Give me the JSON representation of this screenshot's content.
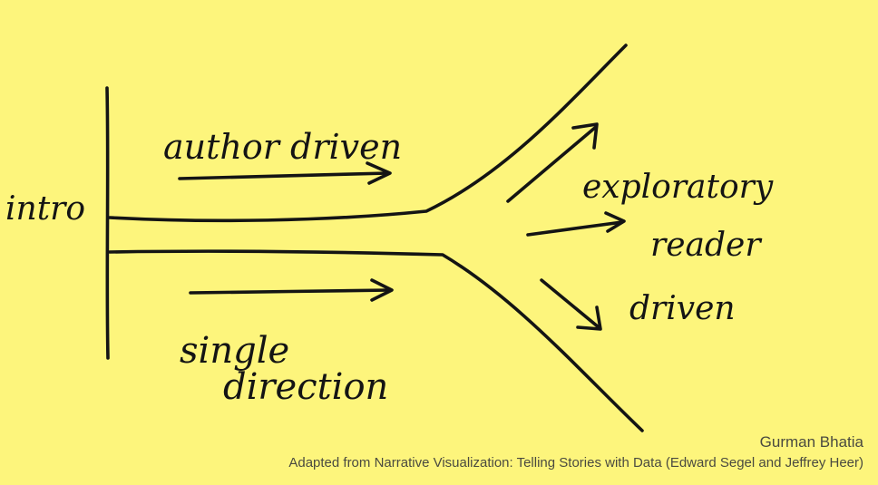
{
  "diagram": {
    "labels": {
      "intro": "intro",
      "author_driven": "author driven",
      "single": "single",
      "direction": "direction",
      "exploratory": "exploratory",
      "reader": "reader",
      "driven": "driven"
    }
  },
  "credits": {
    "author": "Gurman Bhatia",
    "source": "Adapted from Narrative Visualization: Telling Stories with Data (Edward Segel and Jeffrey Heer)"
  }
}
